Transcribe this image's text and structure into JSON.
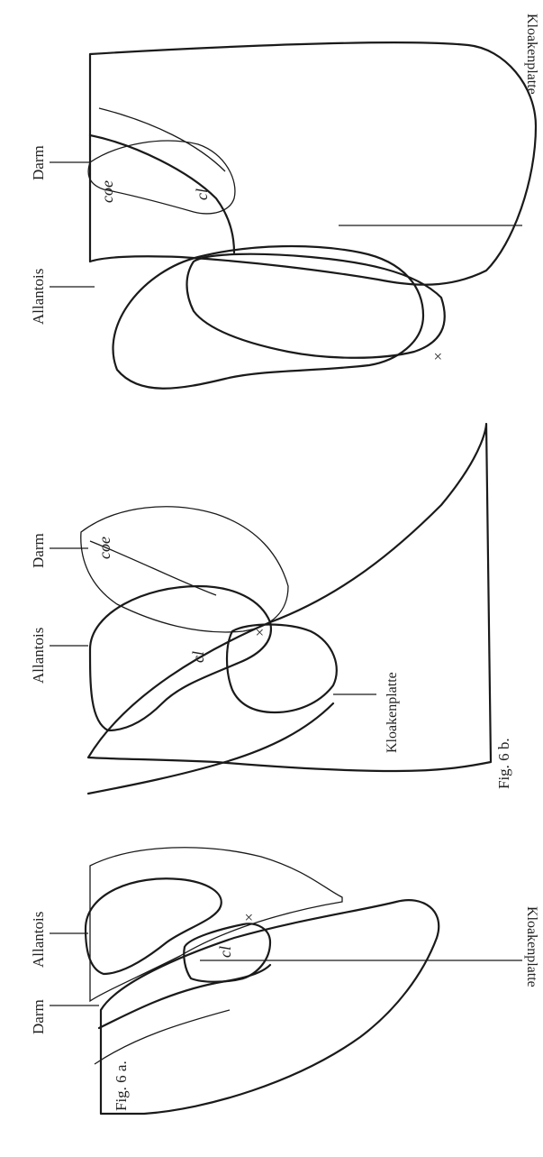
{
  "figures": {
    "fig6a": {
      "caption": "Fig. 6 a.",
      "labels": {
        "allantois": "Allantois",
        "darm": "Darm",
        "kloakenplatte": "Kloakenplatte",
        "cl": "cl",
        "mark": "×"
      }
    },
    "fig6b": {
      "caption": "Fig. 6 b.",
      "labels": {
        "allantois": "Allantois",
        "darm": "Darm",
        "kloakenplatte": "Kloakenplatte",
        "coe": "coe",
        "cl": "cl",
        "mark": "×"
      }
    },
    "fig6c": {
      "labels": {
        "allantois": "Allantois",
        "darm": "Darm",
        "kloakenplatte": "Kloakenplatte",
        "coe": "coe",
        "cl": "cl",
        "mark": "×"
      }
    }
  }
}
